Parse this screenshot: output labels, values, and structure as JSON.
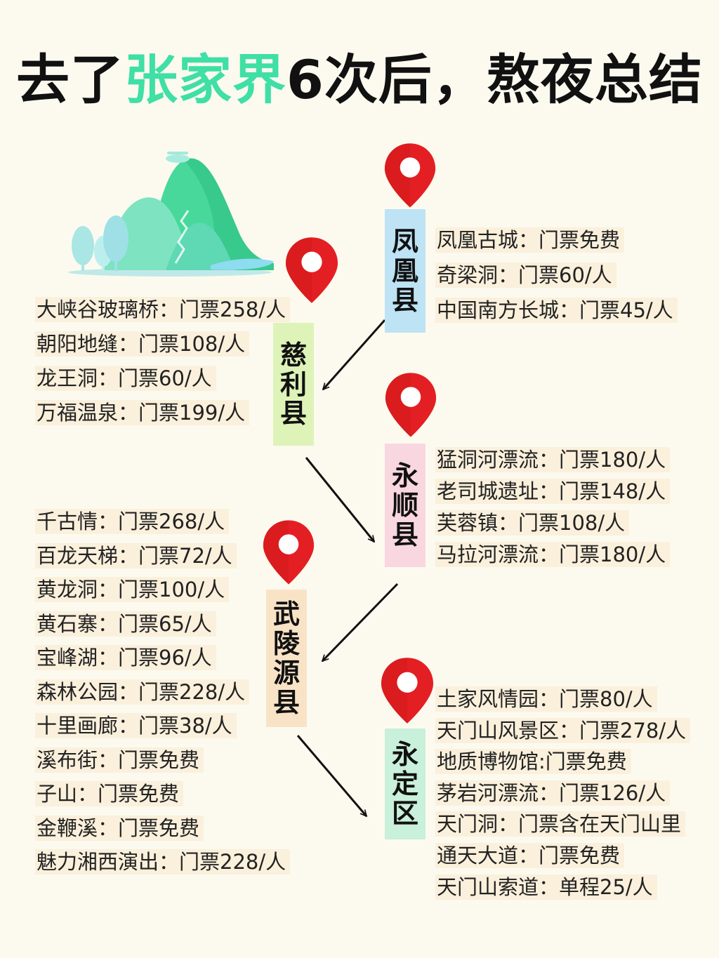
{
  "title": {
    "prefix": "去了",
    "highlight": "张家界",
    "suffix": "6次后，熬夜总结"
  },
  "colors": {
    "highlight": "#3fdfa6",
    "pin": "#e41f23"
  },
  "icons": {
    "pin": "map-pin-icon",
    "mountain": "mountain-illustration"
  },
  "counties": [
    {
      "name": "凤凰县",
      "bg": "#bde3f4",
      "spots": [
        "凤凰古城：门票免费",
        "奇梁洞：门票60/人",
        "中国南方长城：门票45/人"
      ]
    },
    {
      "name": "慈利县",
      "bg": "#def3b8",
      "spots": [
        "大峡谷玻璃桥：门票258/人",
        "朝阳地缝：门票108/人",
        "龙王洞：门票60/人",
        "万福温泉：门票199/人"
      ]
    },
    {
      "name": "永顺县",
      "bg": "#f9d7e0",
      "spots": [
        "猛洞河漂流：门票180/人",
        "老司城遗址：门票148/人",
        "芙蓉镇：门票108/人",
        "马拉河漂流：门票180/人"
      ]
    },
    {
      "name": "武陵源县",
      "bg": "#f9e3c7",
      "spots": [
        "千古情：门票268/人",
        "百龙天梯：门票72/人",
        "黄龙洞：门票100/人",
        "黄石寨：门票65/人",
        "宝峰湖：门票96/人",
        "森林公园：门票228/人",
        "十里画廊：门票38/人",
        "溪布街：门票免费",
        "子山：门票免费",
        "金鞭溪：门票免费",
        "魅力湘西演出：门票228/人"
      ]
    },
    {
      "name": "永定区",
      "bg": "#c9f0da",
      "spots": [
        "土家风情园：门票80/人",
        "天门山风景区：门票278/人",
        "地质博物馆:门票免费",
        "茅岩河漂流：门票126/人",
        "天门洞：门票含在天门山里",
        "通天大道：门票免费",
        "天门山索道：单程25/人"
      ]
    }
  ]
}
